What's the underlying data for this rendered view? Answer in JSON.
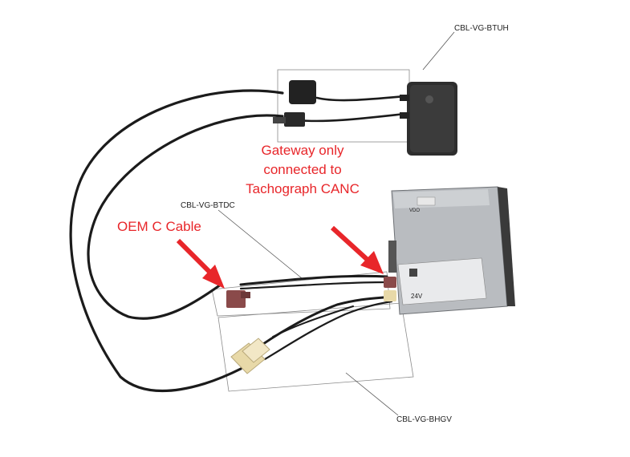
{
  "labels": {
    "btuh": "CBL-VG-BTUH",
    "btdc": "CBL-VG-BTDC",
    "bhgv": "CBL-VG-BHGV"
  },
  "annotations": {
    "gateway_line1": "Gateway only",
    "gateway_line2": "connected to",
    "gateway_line3": "Tachograph CANC",
    "oem": "OEM C Cable"
  },
  "device": {
    "brand": "VDO",
    "voltage": "24V"
  },
  "colors": {
    "annotation": "#e8262a",
    "cable": "#1b1b1b",
    "connector_brown": "#8a4a4a",
    "connector_beige": "#e8d9a8",
    "device_metal": "#b9bcc0"
  }
}
